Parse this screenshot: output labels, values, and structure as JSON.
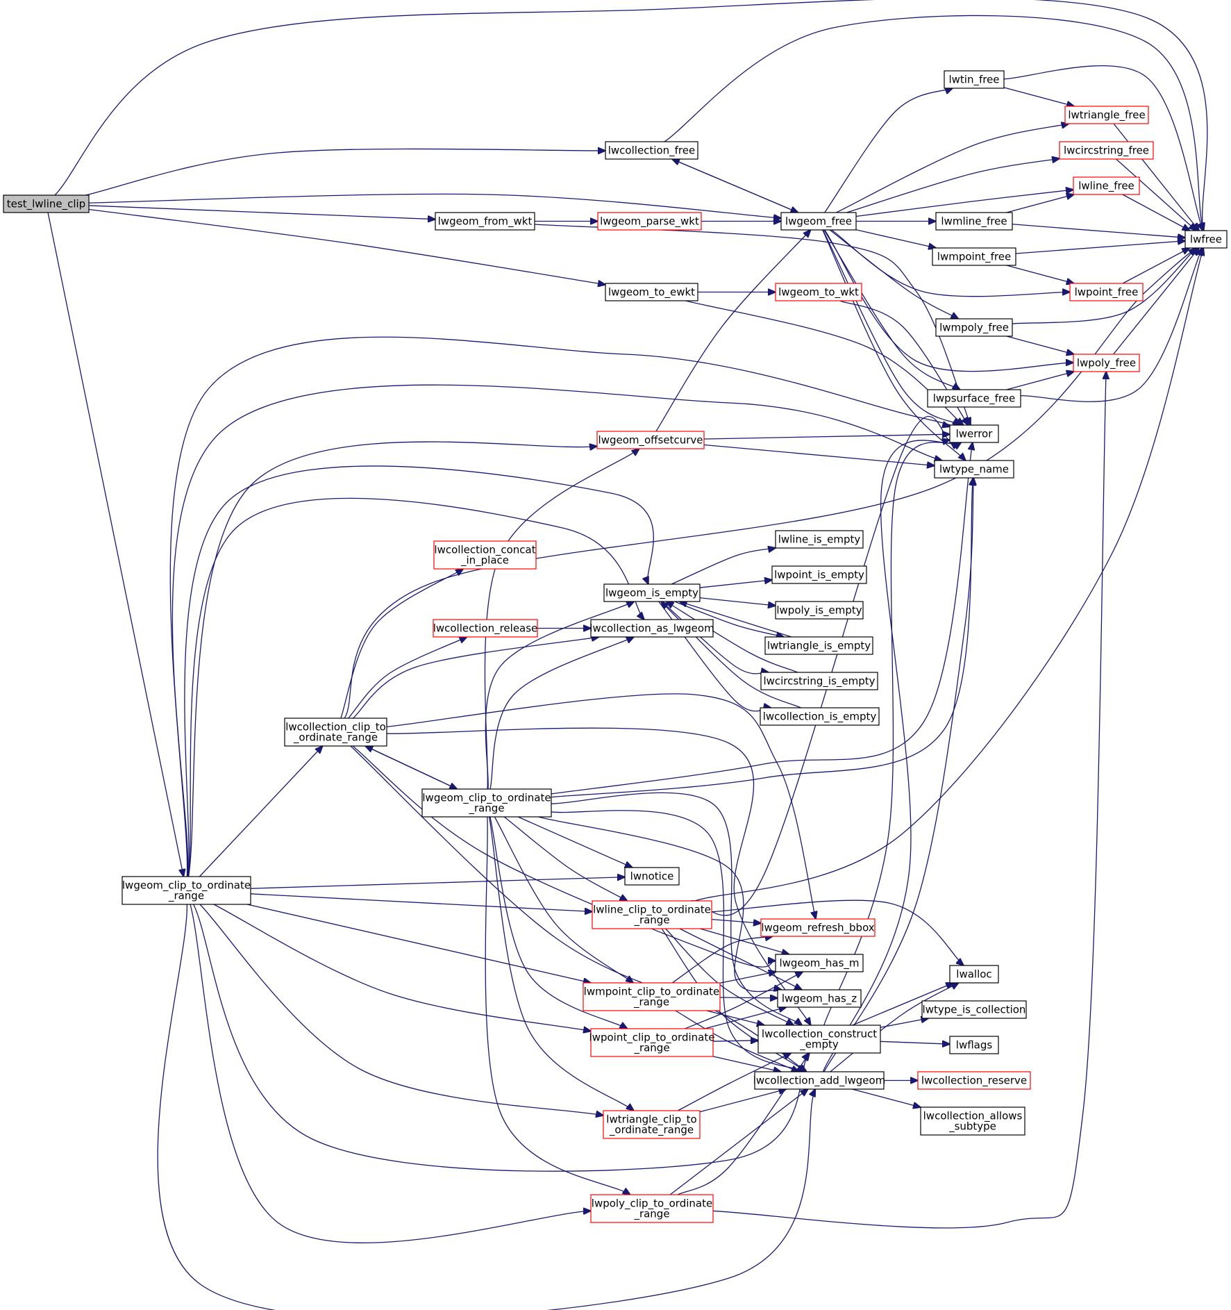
{
  "colors": {
    "edge": "#191970",
    "box_normal": "#000000",
    "box_truncated": "#ff0000",
    "box_root_fill": "#bfbfbf",
    "box_fill": "#ffffff"
  },
  "nodes": [
    {
      "id": "test_lwline_clip",
      "lines": [
        "test_lwline_clip"
      ],
      "style": "root"
    },
    {
      "id": "lwcollection_free",
      "lines": [
        "lwcollection_free"
      ],
      "style": "normal"
    },
    {
      "id": "lwgeom_from_wkt",
      "lines": [
        "lwgeom_from_wkt"
      ],
      "style": "normal"
    },
    {
      "id": "lwgeom_parse_wkt",
      "lines": [
        "lwgeom_parse_wkt"
      ],
      "style": "truncated"
    },
    {
      "id": "lwgeom_free",
      "lines": [
        "lwgeom_free"
      ],
      "style": "normal"
    },
    {
      "id": "lwgeom_to_ewkt",
      "lines": [
        "lwgeom_to_ewkt"
      ],
      "style": "normal"
    },
    {
      "id": "lwgeom_to_wkt",
      "lines": [
        "lwgeom_to_wkt"
      ],
      "style": "truncated"
    },
    {
      "id": "lwtin_free",
      "lines": [
        "lwtin_free"
      ],
      "style": "normal"
    },
    {
      "id": "lwtriangle_free",
      "lines": [
        "lwtriangle_free"
      ],
      "style": "truncated"
    },
    {
      "id": "lwcircstring_free",
      "lines": [
        "lwcircstring_free"
      ],
      "style": "truncated"
    },
    {
      "id": "lwline_free",
      "lines": [
        "lwline_free"
      ],
      "style": "truncated"
    },
    {
      "id": "lwmline_free",
      "lines": [
        "lwmline_free"
      ],
      "style": "normal"
    },
    {
      "id": "lwfree",
      "lines": [
        "lwfree"
      ],
      "style": "normal"
    },
    {
      "id": "lwmpoint_free",
      "lines": [
        "lwmpoint_free"
      ],
      "style": "normal"
    },
    {
      "id": "lwpoint_free",
      "lines": [
        "lwpoint_free"
      ],
      "style": "truncated"
    },
    {
      "id": "lwmpoly_free",
      "lines": [
        "lwmpoly_free"
      ],
      "style": "normal"
    },
    {
      "id": "lwpoly_free",
      "lines": [
        "lwpoly_free"
      ],
      "style": "truncated"
    },
    {
      "id": "lwpsurface_free",
      "lines": [
        "lwpsurface_free"
      ],
      "style": "normal"
    },
    {
      "id": "lwerror",
      "lines": [
        "lwerror"
      ],
      "style": "normal"
    },
    {
      "id": "lwtype_name",
      "lines": [
        "lwtype_name"
      ],
      "style": "normal"
    },
    {
      "id": "lwgeom_offsetcurve",
      "lines": [
        "lwgeom_offsetcurve"
      ],
      "style": "truncated"
    },
    {
      "id": "lwline_is_empty",
      "lines": [
        "lwline_is_empty"
      ],
      "style": "normal"
    },
    {
      "id": "lwcollection_concat_in_place",
      "lines": [
        "lwcollection_concat",
        "_in_place"
      ],
      "style": "truncated"
    },
    {
      "id": "lwpoint_is_empty",
      "lines": [
        "lwpoint_is_empty"
      ],
      "style": "normal"
    },
    {
      "id": "lwgeom_is_empty",
      "lines": [
        "lwgeom_is_empty"
      ],
      "style": "normal"
    },
    {
      "id": "lwpoly_is_empty",
      "lines": [
        "lwpoly_is_empty"
      ],
      "style": "normal"
    },
    {
      "id": "lwcollection_release",
      "lines": [
        "lwcollection_release"
      ],
      "style": "truncated"
    },
    {
      "id": "lwcollection_as_lwgeom",
      "lines": [
        "lwcollection_as_lwgeom"
      ],
      "style": "normal"
    },
    {
      "id": "lwtriangle_is_empty",
      "lines": [
        "lwtriangle_is_empty"
      ],
      "style": "normal"
    },
    {
      "id": "lwcircstring_is_empty",
      "lines": [
        "lwcircstring_is_empty"
      ],
      "style": "normal"
    },
    {
      "id": "lwcollection_is_empty",
      "lines": [
        "lwcollection_is_empty"
      ],
      "style": "normal"
    },
    {
      "id": "lwcollection_clip_to_ordinate_range",
      "lines": [
        "lwcollection_clip_to",
        "_ordinate_range"
      ],
      "style": "normal"
    },
    {
      "id": "lwgeom_clip_to_ordinate_range_inner",
      "lines": [
        "lwgeom_clip_to_ordinate",
        "_range"
      ],
      "style": "normal"
    },
    {
      "id": "lwnotice",
      "lines": [
        "lwnotice"
      ],
      "style": "normal"
    },
    {
      "id": "lwgeom_clip_to_ordinate_range_main",
      "lines": [
        "lwgeom_clip_to_ordinate",
        "_range"
      ],
      "style": "normal"
    },
    {
      "id": "lwline_clip_to_ordinate_range",
      "lines": [
        "lwline_clip_to_ordinate",
        "_range"
      ],
      "style": "truncated"
    },
    {
      "id": "lwgeom_refresh_bbox",
      "lines": [
        "lwgeom_refresh_bbox"
      ],
      "style": "truncated"
    },
    {
      "id": "lwgeom_has_m",
      "lines": [
        "lwgeom_has_m"
      ],
      "style": "normal"
    },
    {
      "id": "lwalloc",
      "lines": [
        "lwalloc"
      ],
      "style": "normal"
    },
    {
      "id": "lwmpoint_clip_to_ordinate_range",
      "lines": [
        "lwmpoint_clip_to_ordinate",
        "_range"
      ],
      "style": "truncated"
    },
    {
      "id": "lwgeom_has_z",
      "lines": [
        "lwgeom_has_z"
      ],
      "style": "normal"
    },
    {
      "id": "lwtype_is_collection",
      "lines": [
        "lwtype_is_collection"
      ],
      "style": "normal"
    },
    {
      "id": "lwpoint_clip_to_ordinate_range",
      "lines": [
        "lwpoint_clip_to_ordinate",
        "_range"
      ],
      "style": "truncated"
    },
    {
      "id": "lwcollection_construct_empty",
      "lines": [
        "lwcollection_construct",
        "_empty"
      ],
      "style": "normal"
    },
    {
      "id": "lwflags",
      "lines": [
        "lwflags"
      ],
      "style": "normal"
    },
    {
      "id": "lwcollection_add_lwgeom",
      "lines": [
        "lwcollection_add_lwgeom"
      ],
      "style": "normal"
    },
    {
      "id": "lwcollection_reserve",
      "lines": [
        "lwcollection_reserve"
      ],
      "style": "truncated"
    },
    {
      "id": "lwtriangle_clip_to_ordinate_range",
      "lines": [
        "lwtriangle_clip_to",
        "_ordinate_range"
      ],
      "style": "truncated"
    },
    {
      "id": "lwcollection_allows_subtype",
      "lines": [
        "lwcollection_allows",
        "_subtype"
      ],
      "style": "normal"
    },
    {
      "id": "lwpoly_clip_to_ordinate_range",
      "lines": [
        "lwpoly_clip_to_ordinate",
        "_range"
      ],
      "style": "truncated"
    }
  ]
}
